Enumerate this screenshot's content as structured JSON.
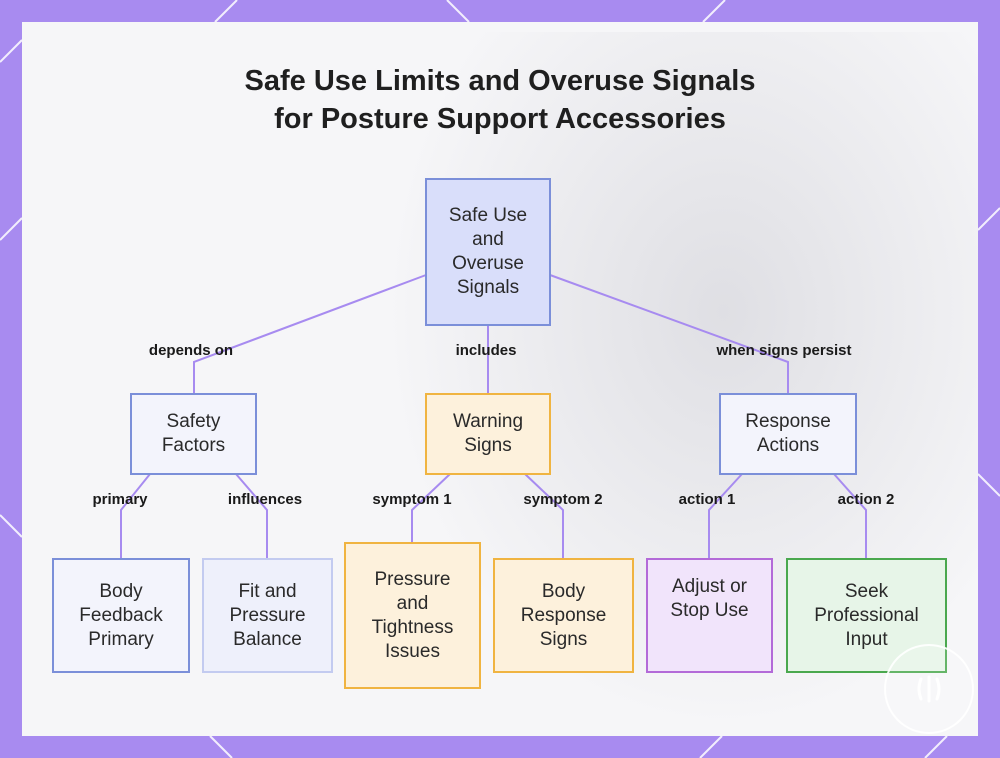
{
  "title": {
    "line1": "Safe Use Limits and Overuse Signals",
    "line2": "for Posture Support Accessories"
  },
  "nodes": {
    "root": [
      "Safe Use",
      "and",
      "Overuse",
      "Signals"
    ],
    "safety": [
      "Safety",
      "Factors"
    ],
    "warning": [
      "Warning",
      "Signs"
    ],
    "response": [
      "Response",
      "Actions"
    ],
    "body_feedback": [
      "Body",
      "Feedback",
      "Primary"
    ],
    "fit": [
      "Fit and",
      "Pressure",
      "Balance"
    ],
    "pressure": [
      "Pressure",
      "and",
      "Tightness",
      "Issues"
    ],
    "body_response": [
      "Body",
      "Response",
      "Signs"
    ],
    "adjust": [
      "Adjust or",
      "Stop Use"
    ],
    "seek": [
      "Seek",
      "Professional",
      "Input"
    ]
  },
  "edges": {
    "depends_on": "depends on",
    "includes": "includes",
    "when_persist": "when signs persist",
    "primary": "primary",
    "influences": "influences",
    "symptom1": "symptom 1",
    "symptom2": "symptom 2",
    "action1": "action 1",
    "action2": "action 2"
  },
  "colors": {
    "frame": "#a88bf0",
    "connector": "#a78bf0",
    "blue_border": "#7b8fd9",
    "blue_fill": "#d9defa",
    "orange_border": "#f0b441",
    "orange_fill": "#fdf1dc",
    "purple_border": "#b36ad8",
    "purple_fill": "#f1e4fb",
    "green_border": "#4aa84e",
    "green_fill": "#e7f5e8"
  },
  "icons": {
    "badge": "watermark-badge-icon"
  }
}
